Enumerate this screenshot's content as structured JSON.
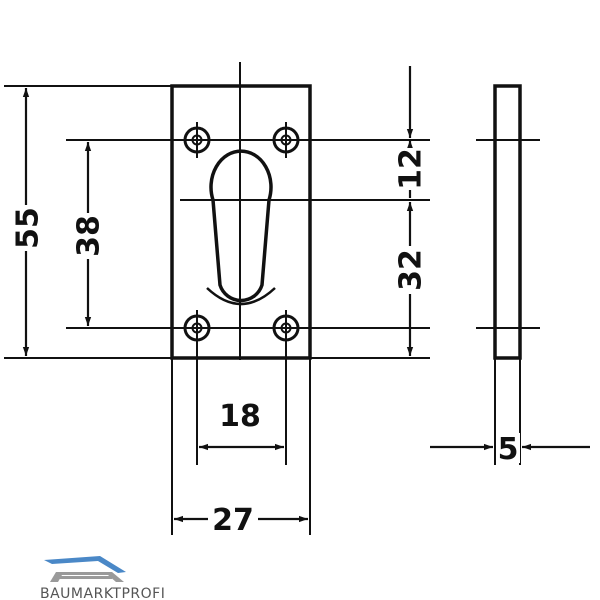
{
  "drawing": {
    "dimensions": {
      "height_total": "55",
      "hole_spacing_vertical": "38",
      "upper_offset": "12",
      "lower_offset": "32",
      "hole_spacing_horizontal": "18",
      "width_total": "27",
      "thickness": "5"
    }
  },
  "watermark": {
    "text": "BAUMARKTPROFI",
    "colors": {
      "roof_blue": "#4a88c7",
      "roof_gray": "#9a9a9a",
      "text": "#555555"
    }
  },
  "colors": {
    "line": "#111111",
    "background": "#ffffff"
  }
}
